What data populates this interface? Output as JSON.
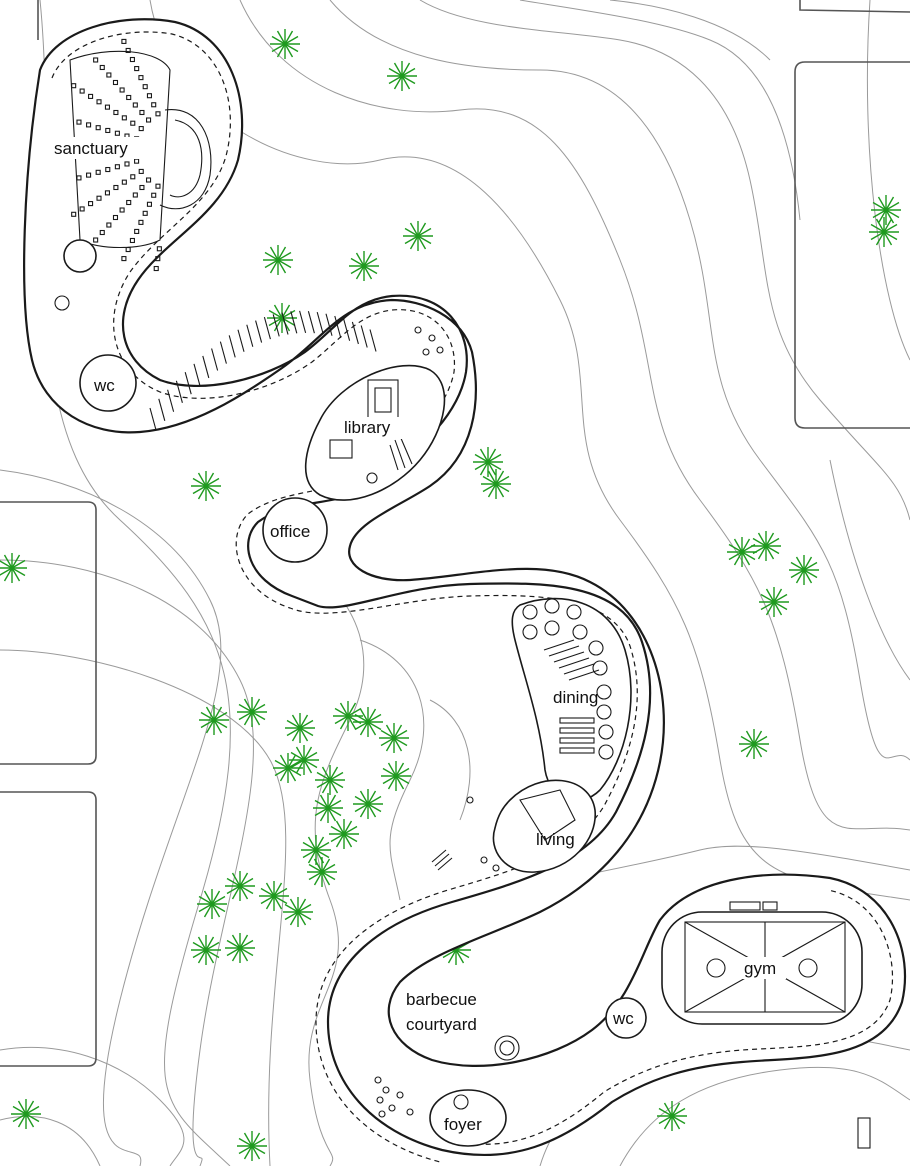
{
  "labels": {
    "sanctuary": "sanctuary",
    "wc_top": "wc",
    "library": "library",
    "office": "office",
    "dining": "dining",
    "living": "living",
    "gym": "gym",
    "wc_bottom": "wc",
    "barbecue_line1": "barbecue",
    "barbecue_line2": "courtyard",
    "foyer": "foyer"
  },
  "colors": {
    "tree": "#1f9a1f",
    "line": "#1a1a1a",
    "contour": "#9a9a9a"
  },
  "icons": {
    "tree": "tree-symbol"
  }
}
